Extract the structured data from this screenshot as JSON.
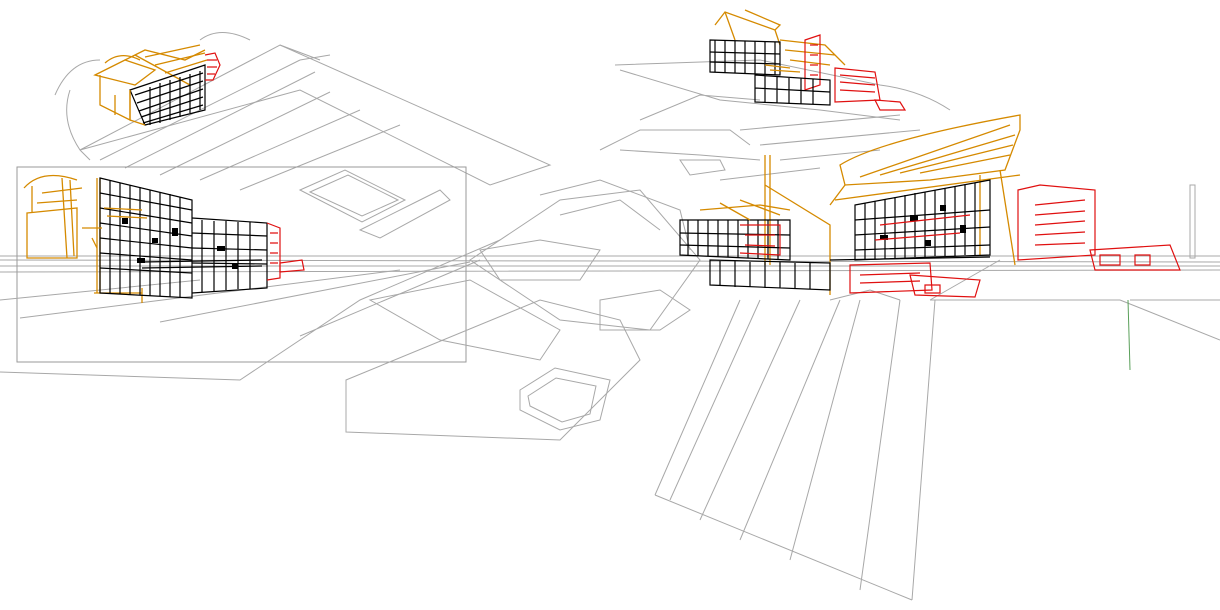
{
  "drawing": {
    "type": "architectural-perspective-wireframe",
    "colors": {
      "background": "#ffffff",
      "site_lines": "#a8a8a8",
      "structure": "#000000",
      "roof_and_frames": "#d58a00",
      "services": "#e01010",
      "ground_edge": "#5aa05a"
    },
    "views": [
      {
        "name": "upper-left-aerial-view"
      },
      {
        "name": "left-framed-elevation-view"
      },
      {
        "name": "upper-right-aerial-view"
      },
      {
        "name": "right-perspective-view"
      }
    ]
  }
}
